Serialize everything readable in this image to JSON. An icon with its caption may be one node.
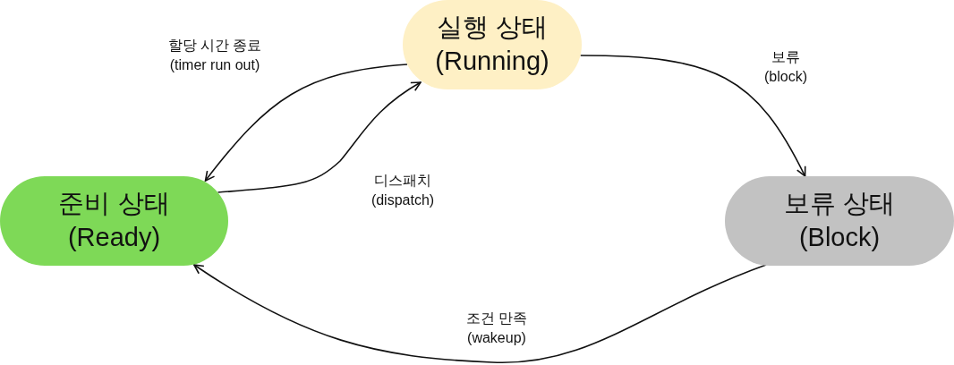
{
  "diagram": {
    "nodes": [
      {
        "text": [
          "실행 상태 (Running)"
        ]
      },
      {
        "text": [
          "준비 상태 (Ready)"
        ]
      },
      {
        "text": [
          "보류 상태 (Block)"
        ]
      }
    ],
    "edges": [
      {
        "from": 0,
        "to": 1,
        "arrow": "to",
        "label": "할당 시간 종료 (timer run out)"
      },
      {
        "from": 1,
        "to": 0,
        "arrow": "to",
        "label": "디스패치 (dispatch)"
      },
      {
        "from": 0,
        "to": 2,
        "arrow": "to",
        "label": "보류 (block)"
      },
      {
        "from": 2,
        "to": 1,
        "arrow": "to",
        "label": "조건 만족 (wakeup)"
      }
    ]
  }
}
